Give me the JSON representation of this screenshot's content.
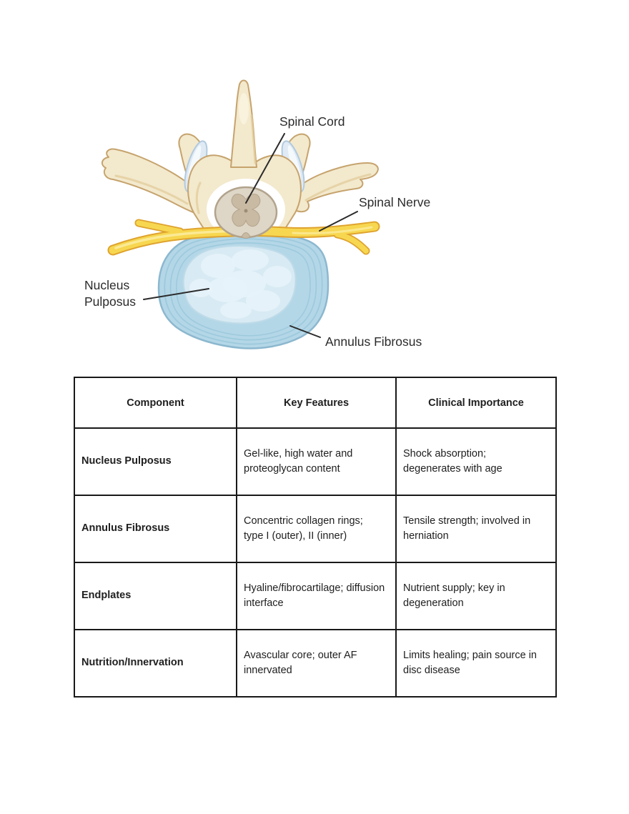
{
  "diagram": {
    "labels": {
      "spinal_cord": "Spinal Cord",
      "spinal_nerve": "Spinal Nerve",
      "nucleus_pulposus_line1": "Nucleus",
      "nucleus_pulposus_line2": "Pulposus",
      "annulus_fibrosus": "Annulus Fibrosus"
    },
    "colors": {
      "bone": "#f3e9cd",
      "bone_outline": "#c6a36d",
      "facet_blue": "#dfeaf5",
      "spinal_cord": "#ded6c6",
      "gray_matter": "#c8baa3",
      "nerve_yellow": "#f7d750",
      "nerve_outline": "#dfa32e",
      "annulus_blue": "#b4d7e7",
      "nucleus_blue": "#d8eaf3",
      "label_text": "#2b2b2b"
    }
  },
  "table": {
    "headers": [
      "Component",
      "Key Features",
      "Clinical Importance"
    ],
    "rows": [
      {
        "component": "Nucleus Pulposus",
        "key_features": "Gel-like, high water and proteoglycan content",
        "clinical_importance": "Shock absorption; degenerates with age"
      },
      {
        "component": "Annulus Fibrosus",
        "key_features": "Concentric collagen rings; type I (outer), II (inner)",
        "clinical_importance": "Tensile strength; involved in herniation"
      },
      {
        "component": "Endplates",
        "key_features": "Hyaline/fibrocartilage; diffusion interface",
        "clinical_importance": "Nutrient supply; key in degeneration"
      },
      {
        "component": "Nutrition/Innervation",
        "key_features": "Avascular core; outer AF innervated",
        "clinical_importance": "Limits healing; pain source in disc disease"
      }
    ]
  }
}
